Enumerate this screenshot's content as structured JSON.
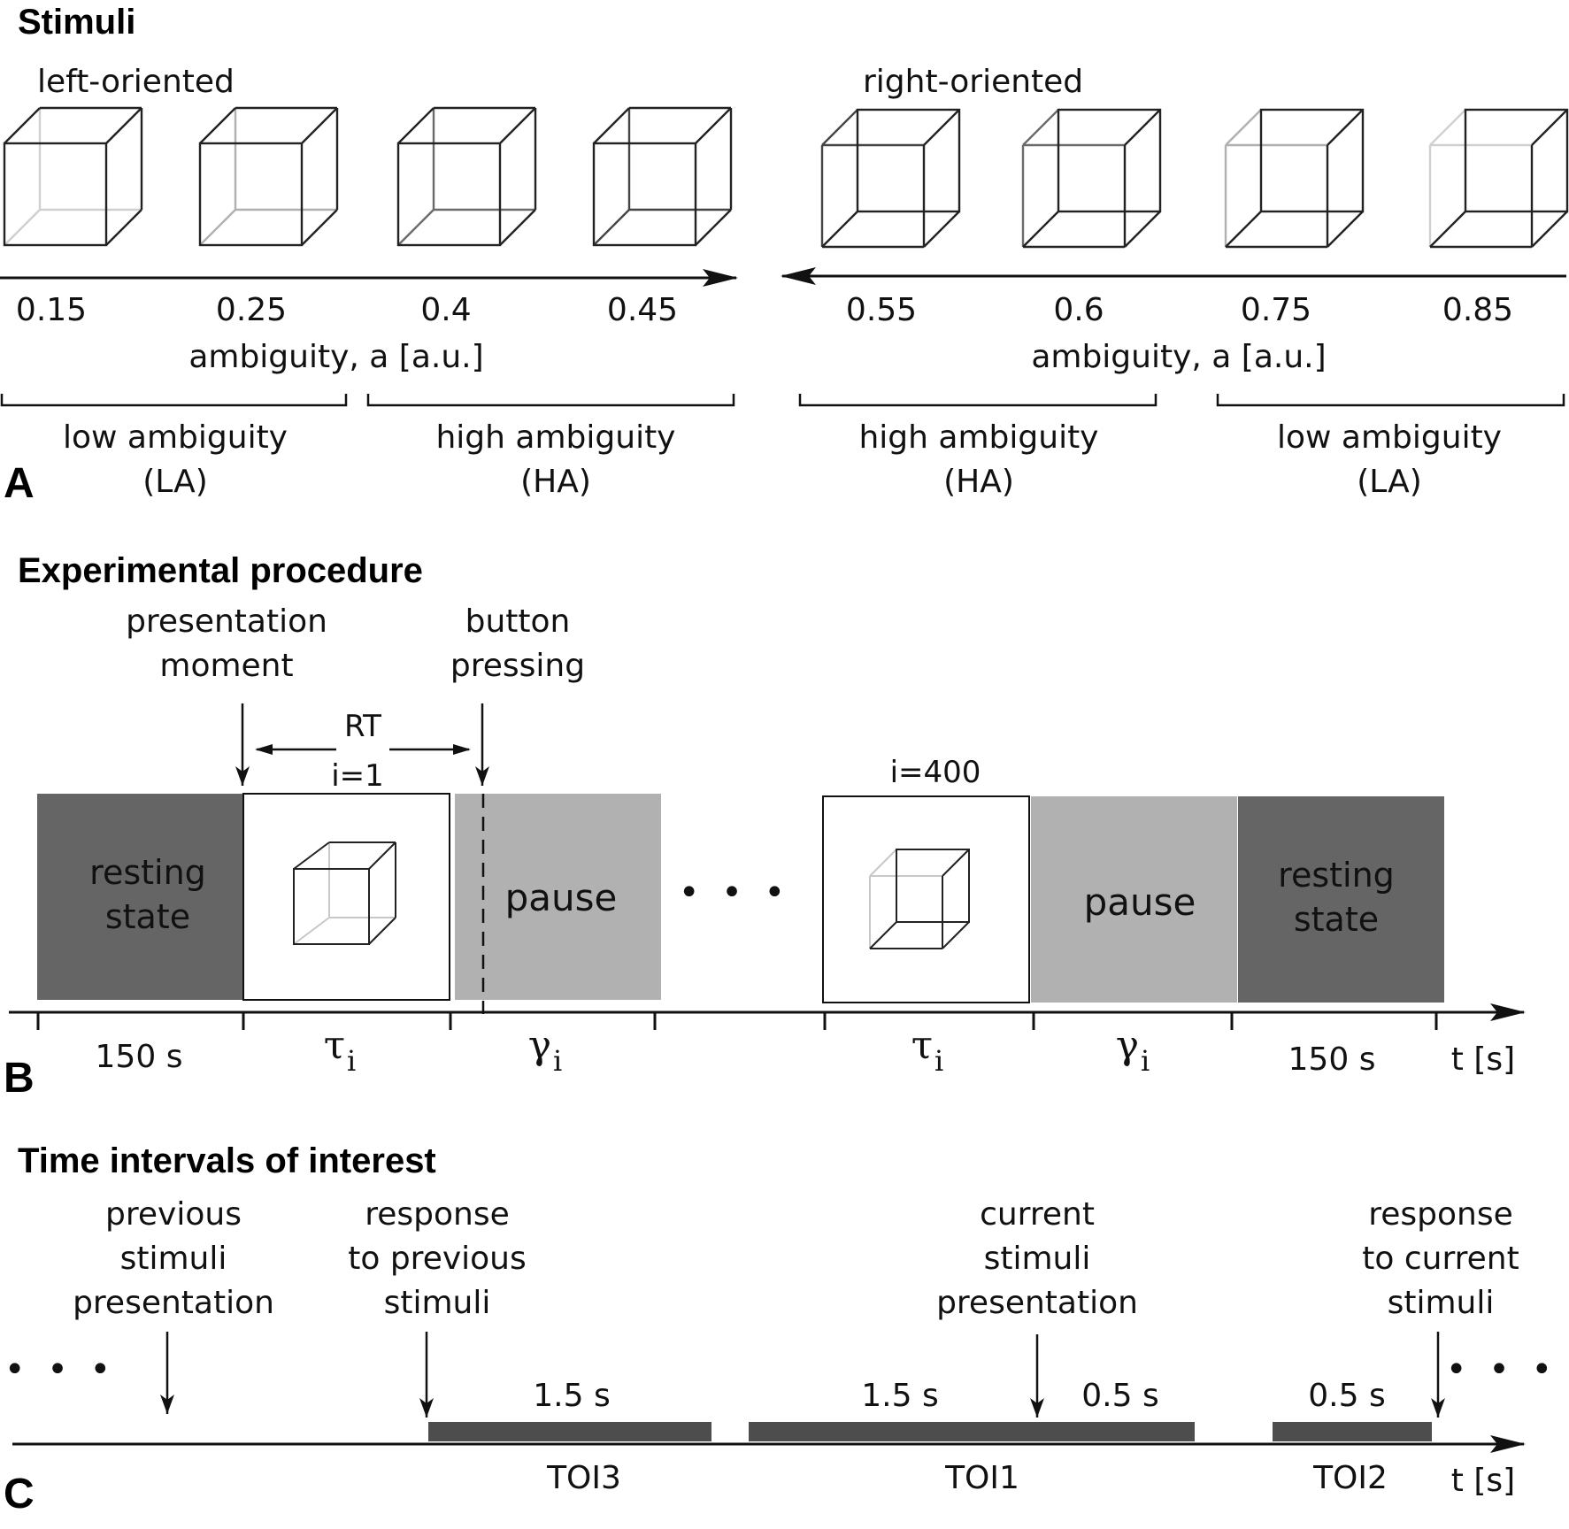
{
  "panel_a": {
    "title": "Stimuli",
    "letter": "A",
    "left_label": "left-oriented",
    "right_label": "right-oriented",
    "left_values": [
      "0.15",
      "0.25",
      "0.4",
      "0.45"
    ],
    "right_values": [
      "0.55",
      "0.6",
      "0.75",
      "0.85"
    ],
    "axis_label_left": "ambiguity, a [a.u.]",
    "axis_label_right": "ambiguity, a [a.u.]",
    "groups": [
      {
        "line1": "low ambiguity",
        "line2": "(LA)"
      },
      {
        "line1": "high ambiguity",
        "line2": "(HA)"
      },
      {
        "line1": "high ambiguity",
        "line2": "(HA)"
      },
      {
        "line1": "low ambiguity",
        "line2": "(LA)"
      }
    ]
  },
  "panel_b": {
    "title": "Experimental procedure",
    "letter": "B",
    "presentation": {
      "line1": "presentation",
      "line2": "moment"
    },
    "button": {
      "line1": "button",
      "line2": "pressing"
    },
    "rt": "RT",
    "i_first": "i=1",
    "i_last": "i=400",
    "resting": {
      "line1": "resting",
      "line2": "state"
    },
    "pause": "pause",
    "ellipsis": "• • •",
    "dur_rest": "150 s",
    "tau": "τ",
    "gamma": "γ",
    "sub": "i",
    "t_label": "t [s]",
    "colors": {
      "rest": "#656565",
      "pause": "#b1b1b1"
    }
  },
  "panel_c": {
    "title": "Time intervals of interest",
    "letter": "C",
    "events": [
      {
        "line1": "previous",
        "line2": "stimuli",
        "line3": "presentation"
      },
      {
        "line1": "response",
        "line2": "to previous",
        "line3": "stimuli"
      },
      {
        "line1": "current",
        "line2": "stimuli",
        "line3": "presentation"
      },
      {
        "line1": "response",
        "line2": "to current",
        "line3": "stimuli"
      }
    ],
    "durations": [
      "1.5 s",
      "1.5 s",
      "0.5 s",
      "0.5 s"
    ],
    "tois": [
      "TOI3",
      "TOI1",
      "TOI2"
    ],
    "ellipsis": "• • •",
    "t_label": "t [s]",
    "colors": {
      "bar": "#4d4d4d"
    }
  }
}
